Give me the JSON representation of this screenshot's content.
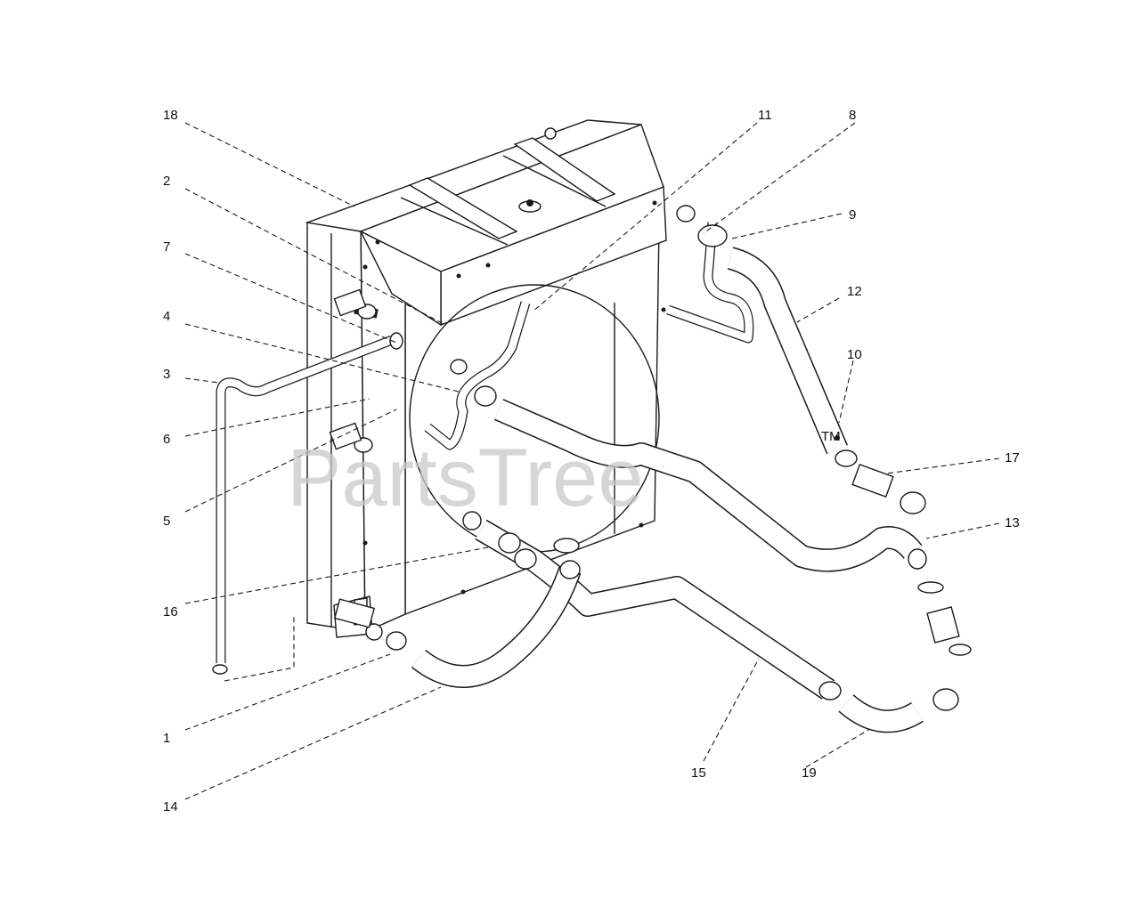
{
  "watermark": {
    "text": "PartsTree",
    "trademark": "TM"
  },
  "callouts": [
    {
      "id": "c18",
      "number": "18"
    },
    {
      "id": "c2",
      "number": "2"
    },
    {
      "id": "c7",
      "number": "7"
    },
    {
      "id": "c4",
      "number": "4"
    },
    {
      "id": "c3",
      "number": "3"
    },
    {
      "id": "c6",
      "number": "6"
    },
    {
      "id": "c5",
      "number": "5"
    },
    {
      "id": "c16",
      "number": "16"
    },
    {
      "id": "c1",
      "number": "1"
    },
    {
      "id": "c14",
      "number": "14"
    },
    {
      "id": "c11",
      "number": "11"
    },
    {
      "id": "c8",
      "number": "8"
    },
    {
      "id": "c9",
      "number": "9"
    },
    {
      "id": "c12",
      "number": "12"
    },
    {
      "id": "c10",
      "number": "10"
    },
    {
      "id": "c17",
      "number": "17"
    },
    {
      "id": "c13",
      "number": "13"
    },
    {
      "id": "c15",
      "number": "15"
    },
    {
      "id": "c19",
      "number": "19"
    }
  ]
}
